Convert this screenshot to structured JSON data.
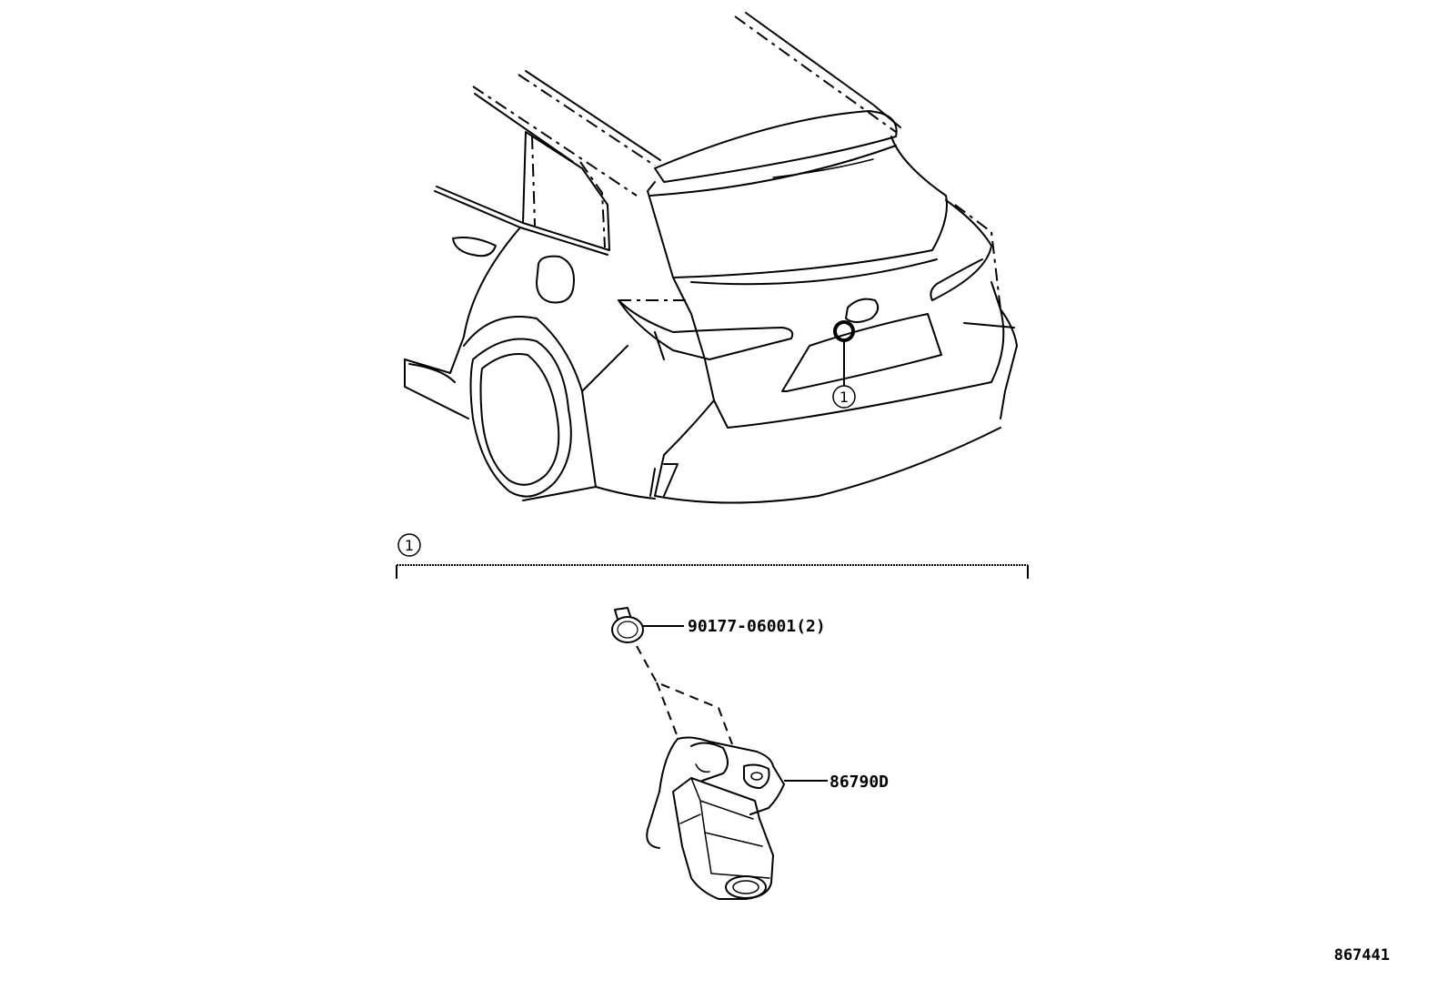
{
  "callouts": {
    "car_marker": "1",
    "group_marker": "1"
  },
  "parts": {
    "bolt": "90177-06001(2)",
    "camera": "86790D"
  },
  "diagram_id": "867441",
  "colors": {
    "line": "#000000",
    "background": "#ffffff"
  }
}
